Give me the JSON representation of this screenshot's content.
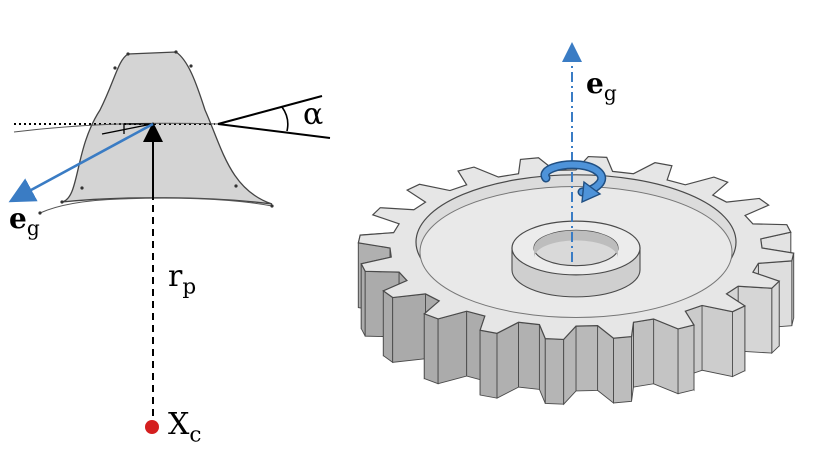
{
  "labels": {
    "alpha": "α",
    "eg_left_main": "e",
    "eg_left_sub": "g",
    "rp_main": "r",
    "rp_sub": "p",
    "xc_main": "X",
    "xc_sub": "c",
    "eg_right_main": "e",
    "eg_right_sub": "g"
  },
  "colors": {
    "tooth_fill": "#d4d4d4",
    "gear_face": "#e6e6e6",
    "gear_side": "#c4c4c4",
    "outline": "#4a4a4a",
    "axis_blue": "#3a7cc4",
    "center_dot": "#d41f1f",
    "arrow_blue": "#3b7fc8"
  },
  "gear": {
    "tooth_count": 20
  }
}
